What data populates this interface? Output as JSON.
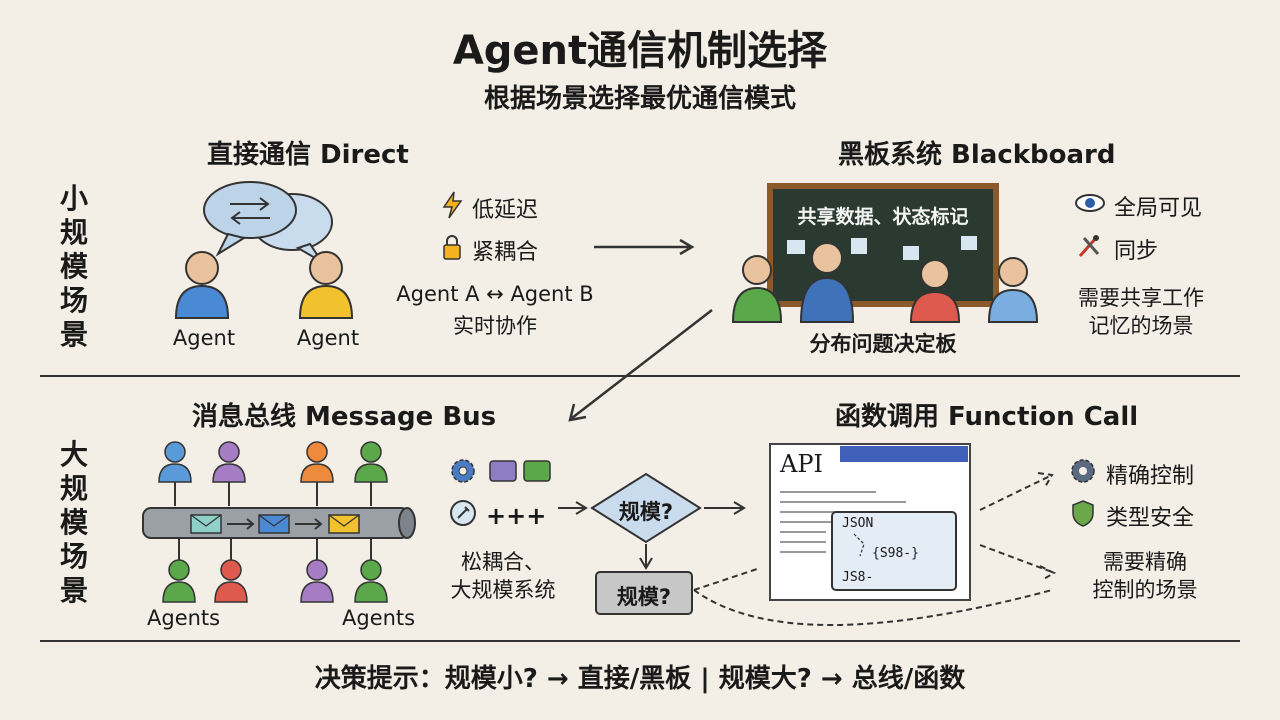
{
  "title": "Agent通信机制选择",
  "subtitle": "根据场景选择最优通信模式",
  "rows": {
    "small": "小规模场景",
    "large": "大规模场景"
  },
  "direct": {
    "title": "直接通信 Direct",
    "agent_left": "Agent",
    "agent_right": "Agent",
    "feature_1": "低延迟",
    "feature_2": "紧耦合",
    "relation": "Agent A ↔ Agent B",
    "desc": "实时协作",
    "icon_1": "lightning-icon",
    "icon_2": "lock-icon"
  },
  "blackboard": {
    "title": "黑板系统 Blackboard",
    "board_text": "共享数据、状态标记",
    "caption": "分布问题决定板",
    "feature_1": "全局可见",
    "feature_2": "同步",
    "desc_line1": "需要共享工作",
    "desc_line2": "记忆的场景",
    "icon_1": "eye-icon",
    "icon_2": "sync-tools-icon"
  },
  "bus": {
    "title": "消息总线 Message Bus",
    "agents_left": "Agents",
    "agents_right": "Agents",
    "plus": "+++",
    "desc_line1": "松耦合、",
    "desc_line2": "大规模系统",
    "icon_1": "gear-icon",
    "icon_2": "wrench-icon"
  },
  "decision": {
    "diamond": "规模?",
    "box": "规模?"
  },
  "function_call": {
    "title": "函数调用 Function Call",
    "window_label": "API",
    "code_1": "JSON",
    "code_2": "{S98-}",
    "code_3": "JS8-",
    "feature_1": "精确控制",
    "feature_2": "类型安全",
    "desc_line1": "需要精确",
    "desc_line2": "控制的场景",
    "icon_1": "gear-icon",
    "icon_2": "shield-icon"
  },
  "footer": "决策提示：规模小? → 直接/黑板 | 规模大? → 总线/函数"
}
